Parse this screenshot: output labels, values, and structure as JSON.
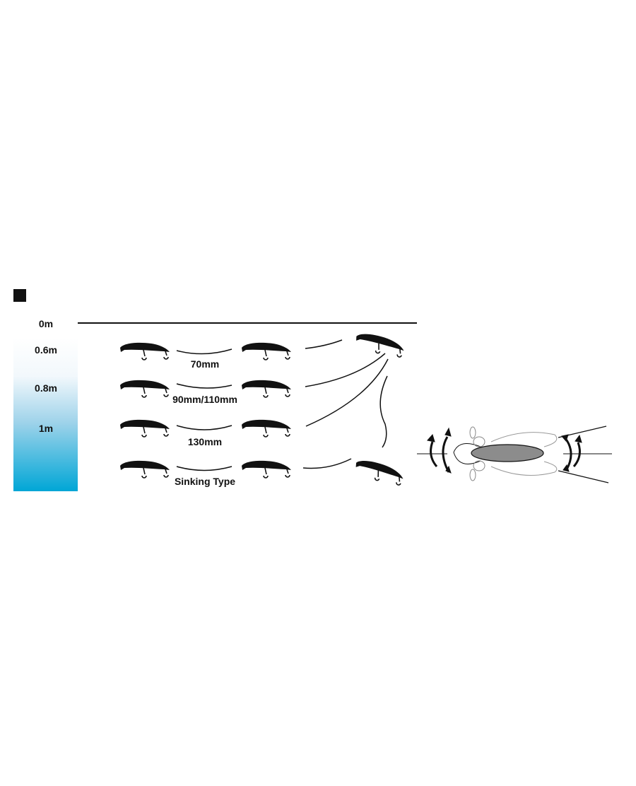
{
  "depth_scale": {
    "labels": [
      "0m",
      "0.6m",
      "0.8m",
      "1m"
    ],
    "gradient_top_color": "#ffffff",
    "gradient_bottom_color": "#00a6d6"
  },
  "rows": [
    {
      "label": "70mm"
    },
    {
      "label": "90mm/110mm"
    },
    {
      "label": "130mm"
    },
    {
      "label": "Sinking Type"
    }
  ],
  "colors": {
    "ink": "#111111",
    "body_fill": "#8c8c8c"
  }
}
